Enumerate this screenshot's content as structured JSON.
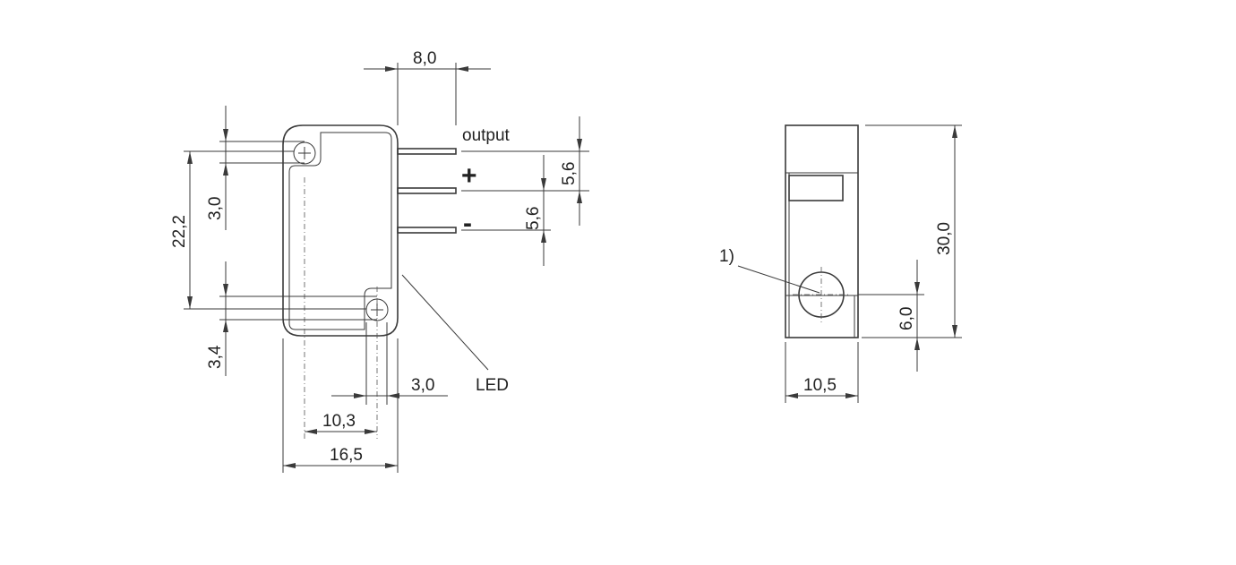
{
  "drawing": {
    "front_view": {
      "dim_pin_length": "8,0",
      "dim_pin_pitch_upper": "5,6",
      "dim_pin_pitch_lower": "5,6",
      "dim_hole_offset_top": "3,0",
      "dim_hole_spacing": "22,2",
      "dim_hole_offset_bottom": "3,4",
      "dim_hole_offset_right": "3,0",
      "dim_inner_width": "10,3",
      "dim_overall_width": "16,5",
      "label_output": "output",
      "label_plus": "+",
      "label_minus": "-",
      "label_led": "LED"
    },
    "side_view": {
      "dim_height": "30,0",
      "dim_led_height": "6,0",
      "dim_width": "10,5",
      "footnote_ref": "1)"
    }
  }
}
